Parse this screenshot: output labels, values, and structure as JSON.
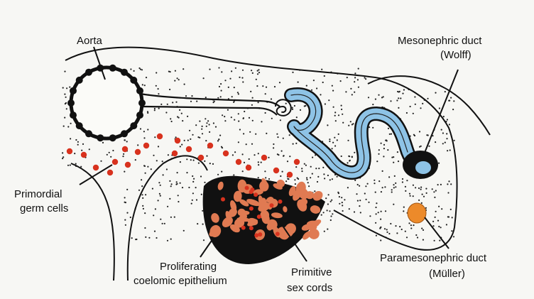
{
  "labels": {
    "aorta": "Aorta",
    "mesonephric_1": "Mesonephric duct",
    "mesonephric_2": "(Wolff)",
    "primordial_1": "Primordial",
    "primordial_2": "germ cells",
    "proliferating_1": "Proliferating",
    "proliferating_2": "coelomic epithelium",
    "primitive_1": "Primitive",
    "primitive_2": "sex cords",
    "paramesonephric_1": "Paramesonephric duct",
    "paramesonephric_2": "(Müller)"
  },
  "colors": {
    "background": "#f7f7f4",
    "outline": "#111111",
    "germ_cell": "#d8321e",
    "wolffian_duct": "#8ec3e6",
    "mullerian_duct": "#ec8a2a",
    "sex_cord": "#e07a52"
  }
}
